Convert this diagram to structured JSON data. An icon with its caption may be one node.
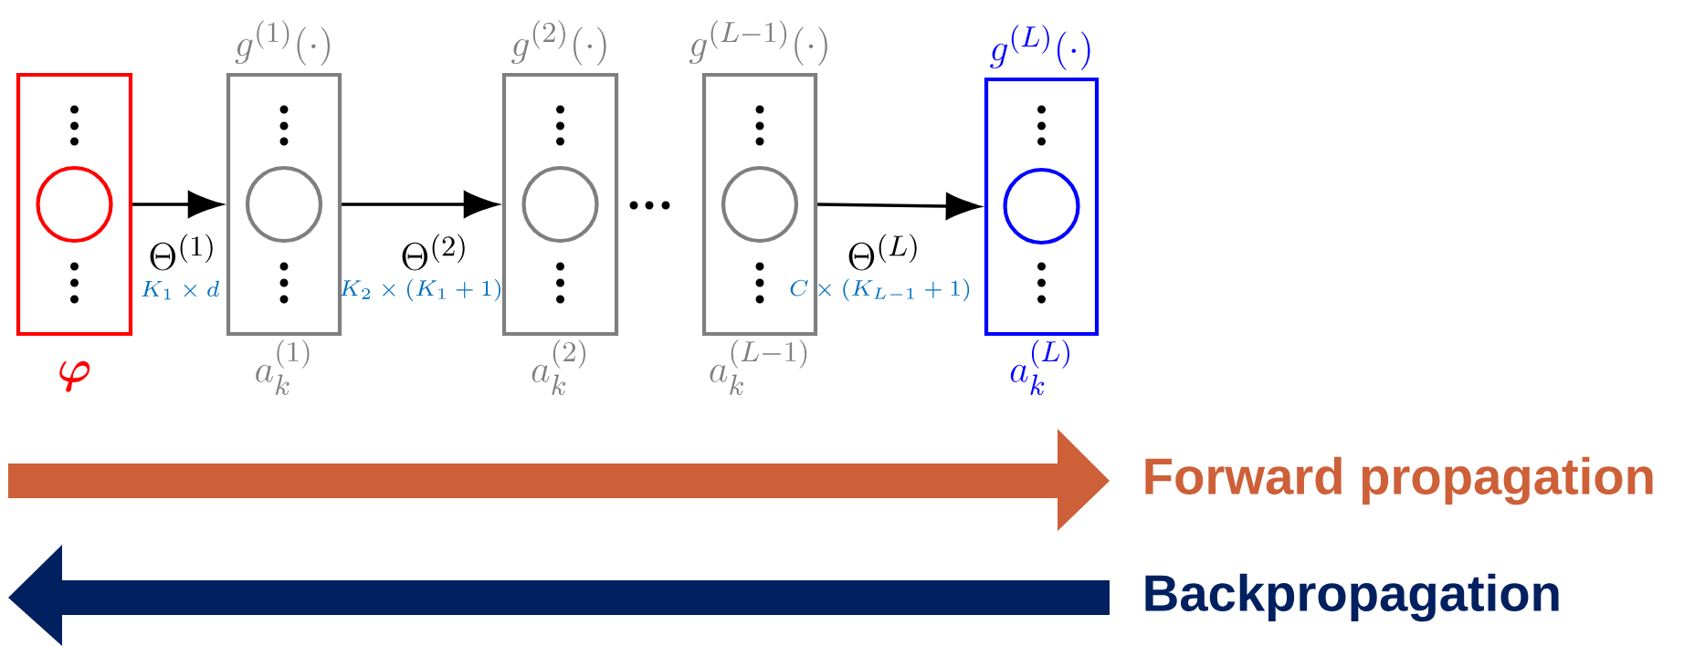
{
  "diagram": {
    "nodes": [
      {
        "text": [
          "\\boldsymbol{\\varphi}"
        ]
      },
      {
        "text": [],
        "shape": "circle",
        "in": 0
      },
      {
        "text": [
          "g^{(1)}(\\cdot)",
          "a_k^{(1)}"
        ]
      },
      {
        "text": [],
        "shape": "circle",
        "in": 2
      },
      {
        "text": [
          "g^{(2)}(\\cdot)",
          "a_k^{(2)}"
        ]
      },
      {
        "text": [],
        "shape": "circle",
        "in": 4
      },
      {
        "text": [
          "g^{(L-1)}(\\cdot)",
          "a_k^{(L-1)}"
        ]
      },
      {
        "text": [],
        "shape": "circle",
        "in": 6
      },
      {
        "text": [
          "g^{(L)}(\\cdot)",
          "a_k^{(L)}"
        ]
      },
      {
        "text": [],
        "shape": "circle",
        "in": 8
      }
    ],
    "edges": [
      {
        "from": 0,
        "to": 2,
        "arrow": "to",
        "label": "\\Theta^{(1)}"
      },
      {
        "from": 2,
        "to": 4,
        "arrow": "to",
        "label": "\\Theta^{(2)}"
      },
      {
        "from": 6,
        "to": 8,
        "arrow": "to",
        "label": "\\Theta^{(L)}"
      }
    ],
    "labels": [
      "K_1 \\times d",
      "K_2 \\times (K_1 + 1)",
      "C \\times (K_{L-1} + 1)",
      "Forward propagation",
      "Backpropagation"
    ]
  }
}
